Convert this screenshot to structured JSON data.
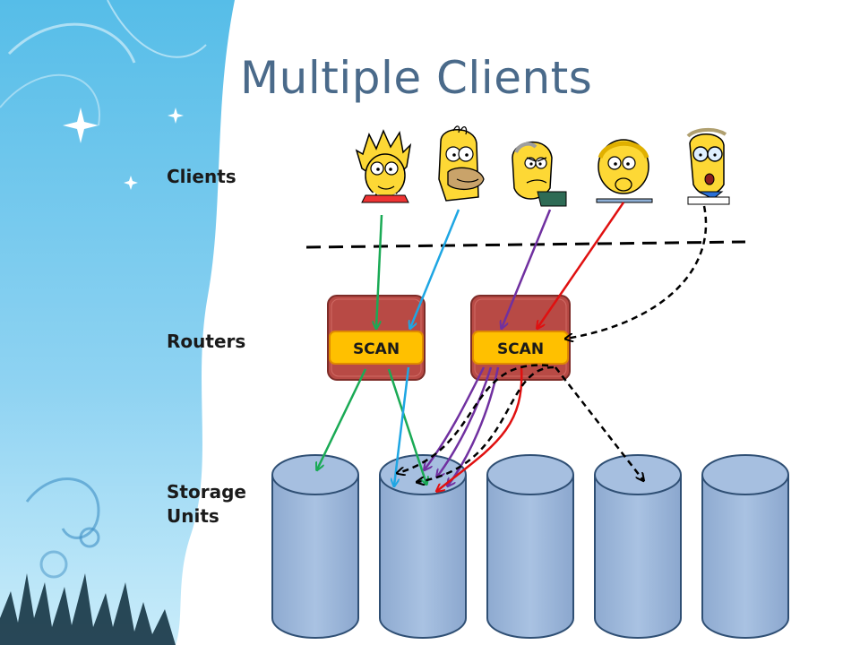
{
  "slide": {
    "title": "Multiple Clients"
  },
  "rows": {
    "clients_label": "Clients",
    "routers_label": "Routers",
    "storage_label_line1": "Storage",
    "storage_label_line2": "Units"
  },
  "routers": [
    {
      "label": "SCAN"
    },
    {
      "label": "SCAN"
    }
  ],
  "colors": {
    "title": "#4a6a8a",
    "router_body": "#b84a45",
    "scan_box": "#ffc000",
    "storage": "#9db8dc",
    "arrow_green": "#1aaa55",
    "arrow_blue": "#1ea6e3",
    "arrow_purple": "#7030a0",
    "arrow_red": "#e01010",
    "arrow_black": "#000000"
  }
}
